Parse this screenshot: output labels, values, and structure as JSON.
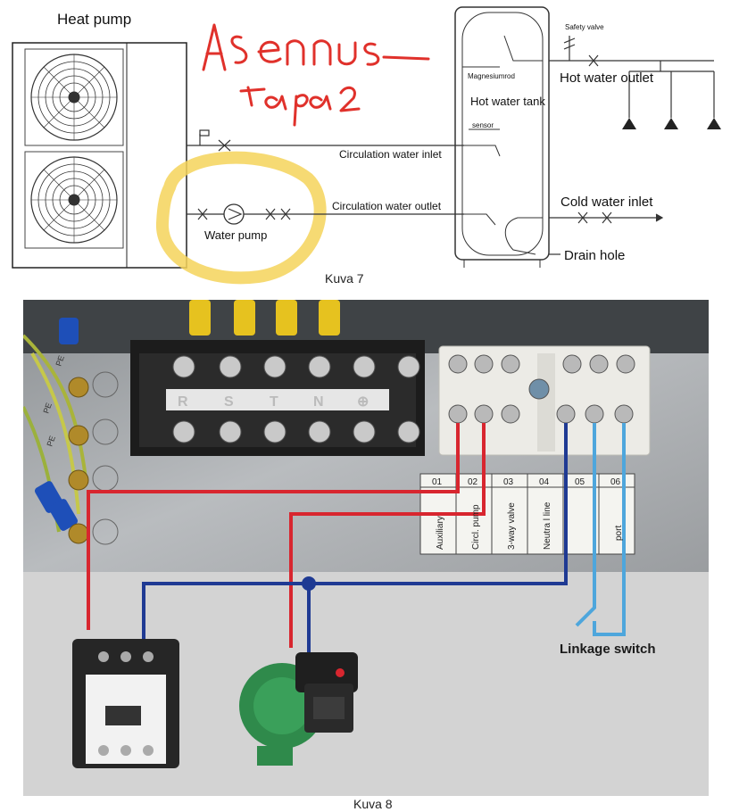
{
  "figure7": {
    "caption": "Kuva 7",
    "labels": {
      "heat_pump": "Heat pump",
      "safety_valve": "Safety valve",
      "hot_water_outlet": "Hot water outlet",
      "magnesium_rod": "Magnesiumrod",
      "hot_water_tank": "Hot water tank",
      "sensor": "sensor",
      "circulation_inlet": "Circulation water inlet",
      "circulation_outlet": "Circulation water outlet",
      "cold_water_inlet": "Cold water inlet",
      "water_pump": "Water pump",
      "drain_hole": "Drain hole"
    },
    "handwriting": {
      "line1": "Asennus-",
      "line2": "tapa2",
      "color": "#e0312b"
    },
    "highlight_color": "#f5d35a"
  },
  "figure8": {
    "caption": "Kuva 8",
    "terminals": [
      "R",
      "S",
      "T",
      "N",
      "⊕"
    ],
    "pe_labels": [
      "PE",
      "PE",
      "PE"
    ],
    "table": {
      "numbers": [
        "01",
        "02",
        "03",
        "04",
        "05",
        "06"
      ],
      "names": [
        "Auxiliary",
        "Circl. pump",
        "3-way valve",
        "Neutra l line",
        "",
        "port"
      ]
    },
    "linkage_switch": "Linkage  switch",
    "colors": {
      "red_wire": "#d8262f",
      "blue_wire": "#1f3a93",
      "cyan_wire": "#4ea6dc",
      "panel": "#a9acae",
      "floor": "#d3d3d3"
    }
  }
}
